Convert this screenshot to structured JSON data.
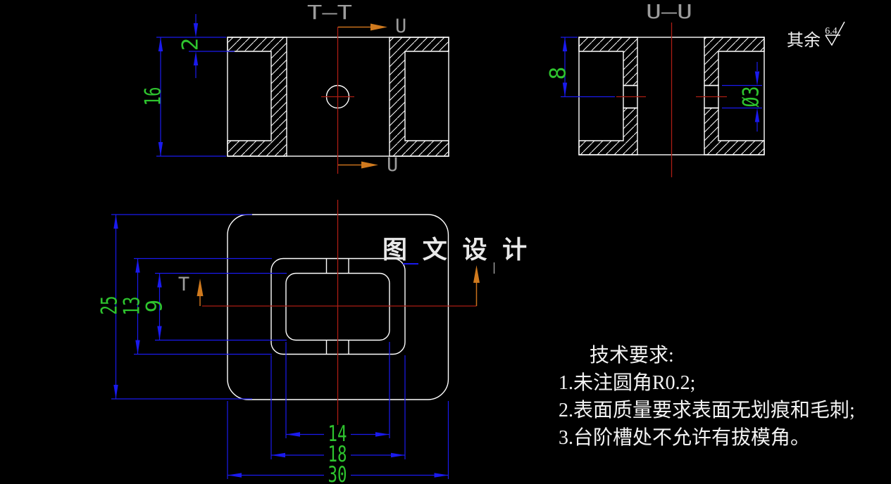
{
  "views": {
    "section_tt": {
      "title": "T—T",
      "cut_label_top": "U",
      "cut_label_bottom": "U",
      "dims": {
        "flange_thickness": "2",
        "total_height": "16"
      }
    },
    "section_uu": {
      "title": "U—U",
      "dims": {
        "depth_to_hole_center": "8",
        "hole_diameter": "Ø3"
      }
    },
    "plan": {
      "cut_label_left": "T",
      "dims": {
        "outer_height": "25",
        "mid_height": "13",
        "inner_height": "9",
        "inner_width": "14",
        "mid_width": "18",
        "outer_width": "30"
      }
    }
  },
  "surface_note": {
    "prefix": "其余",
    "roughness": "6.4"
  },
  "watermark": "图 文 设 计",
  "tech_requirements": {
    "heading": "技术要求:",
    "items": [
      "1.未注圆角R0.2;",
      "2.表面质量要求表面无划痕和毛刺;",
      "3.台阶槽处不允许有拔模角。"
    ]
  },
  "colors": {
    "background": "#000000",
    "outline": "#ffffff",
    "dimension_line": "#1a1aee",
    "dimension_text": "#2ec42e",
    "centerline": "#ab1d14",
    "cut_arrow": "#d07a1e",
    "view_label": "#9c9c9c",
    "note_text": "#f2f2f2"
  }
}
